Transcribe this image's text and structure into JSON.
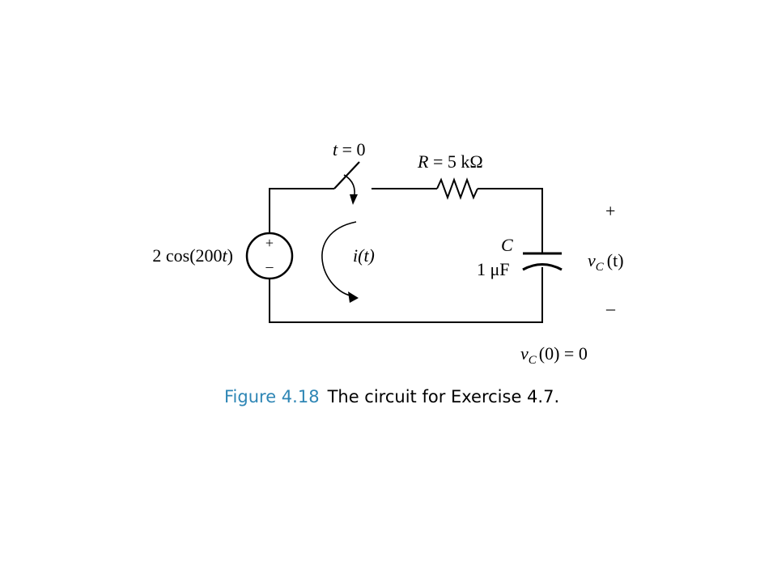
{
  "figure": {
    "label": "Figure 4.18",
    "title": "The circuit for Exercise 4.7."
  },
  "labels": {
    "switch_var": "t",
    "switch_rest": " = 0",
    "resistor_var": "R",
    "resistor_rest": " = 5 kΩ",
    "source_pre": "2 cos(200",
    "source_var": "t",
    "source_post": ")",
    "current": "i(t)",
    "cap_name": "C",
    "cap_value": "1 μF",
    "vc_plus": "+",
    "vc_minus": "–",
    "vc_var": "v",
    "vc_sub": "C",
    "vc_arg": "(t)",
    "ic_var": "v",
    "ic_sub": "C",
    "ic_rest": "(0) = 0",
    "src_plus": "+",
    "src_minus": "–"
  }
}
